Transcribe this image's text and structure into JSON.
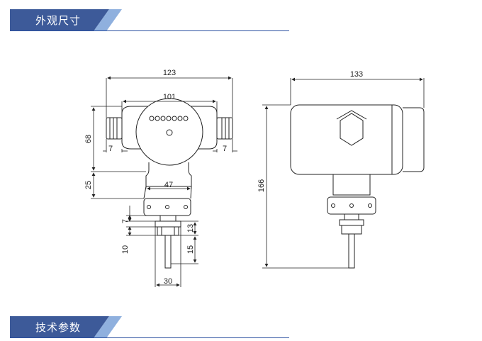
{
  "sections": [
    {
      "title": "外观尺寸"
    },
    {
      "title": "技术参数"
    }
  ],
  "colors": {
    "tab_dark": "#3d5a99",
    "tab_light": "#8fb0de",
    "rule": "#2a4fa0",
    "line": "#222222"
  },
  "dimensions": {
    "front_width": "123",
    "front_inner_width": "101",
    "front_height": "68",
    "left_offset": "7",
    "right_offset": "7",
    "neck_height": "25",
    "neck_width": "47",
    "nut_height": "7",
    "fitting_height": "10",
    "thread_height": "13",
    "probe_height": "15",
    "bottom_width": "30",
    "side_width": "133",
    "side_height": "166"
  }
}
